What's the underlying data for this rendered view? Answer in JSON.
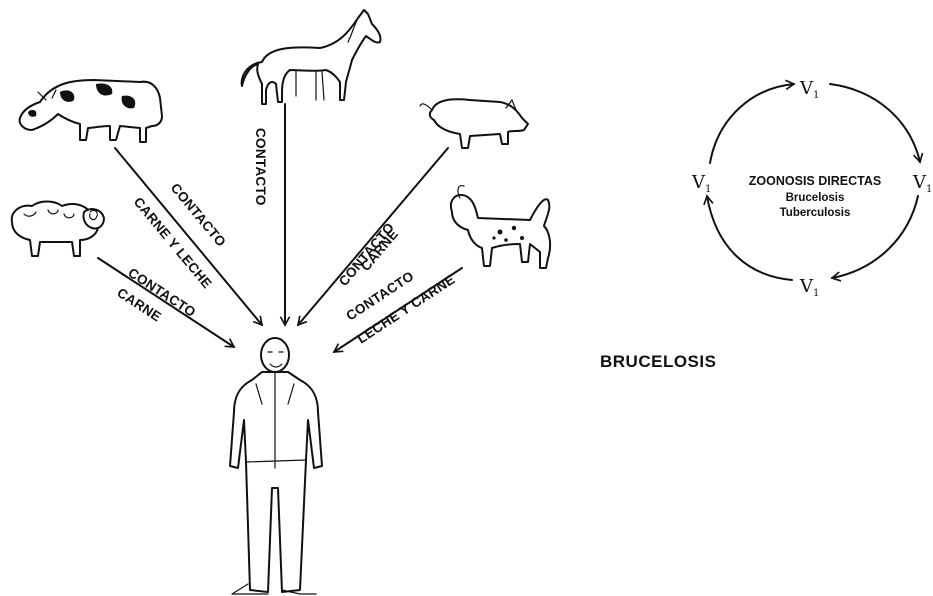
{
  "animals": [
    {
      "name": "cow",
      "route": "CONTACTO",
      "route2": "CARNE Y LECHE"
    },
    {
      "name": "horse",
      "route": "CONTACTO"
    },
    {
      "name": "pig",
      "route": "CONTACTO",
      "route2": "CARNE"
    },
    {
      "name": "sheep",
      "route": "CONTACTO",
      "route2": "CARNE"
    },
    {
      "name": "goat",
      "route": "CONTACTO",
      "route2": "LECHE Y CARNE"
    }
  ],
  "cycle": {
    "title": "ZOONOSIS DIRECTAS",
    "diseases": [
      "Brucelosis",
      "Tuberculosis"
    ],
    "node_letter": "V",
    "node_subscript": "1"
  },
  "caption": "BRUCELOSIS"
}
